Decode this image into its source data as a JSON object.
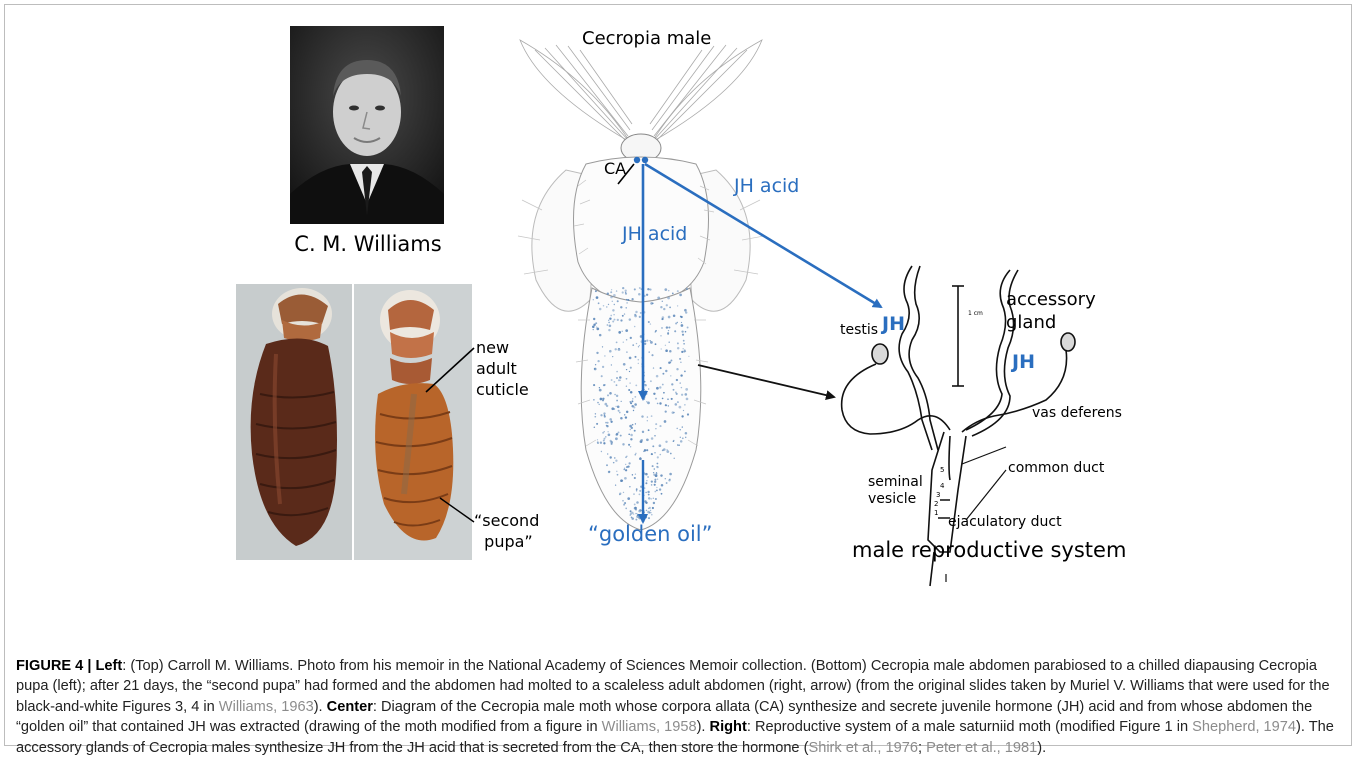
{
  "figure": {
    "portrait_name": "C. M. Williams",
    "photo_labels": {
      "new_adult_cuticle": "new\nadult\ncuticle",
      "second_pupa": "“second\n  pupa”"
    },
    "moth": {
      "title": "Cecropia male",
      "ca_label": "CA",
      "jh_acid_upper": "JH acid",
      "jh_acid_center": "JH acid",
      "golden_oil": "“golden oil”"
    },
    "repro": {
      "testis": "testis",
      "jh_left": "JH",
      "jh_right": "JH",
      "scale": "1 cm",
      "accessory_gland": "accessory\ngland",
      "vas_deferens": "vas deferens",
      "common_duct": "common duct",
      "seminal_vesicle": "seminal\nvesicle",
      "ejaculatory_duct": "ejaculatory duct",
      "segment_numbers": [
        "5",
        "4",
        "3",
        "2",
        "1"
      ],
      "title": "male reproductive system"
    },
    "colors": {
      "annotation_blue": "#2a6ebf",
      "moth_dots": "#5a86b8"
    }
  },
  "caption": {
    "label": "FIGURE 4 | ",
    "left_head": "Left",
    "text1": ": (Top) Carroll M. Williams. Photo from his memoir in the National Academy of Sciences Memoir collection. (Bottom) Cecropia male abdomen parabiosed to a chilled diapausing Cecropia pupa (left); after 21 days, the “second pupa” had formed and the abdomen had molted to a scaleless adult abdomen (right, arrow) (from the original slides taken by Muriel V. Williams that were used for the black-and-white Figures 3, 4 in ",
    "ref1": "Williams, 1963",
    "text2": "). ",
    "center_head": "Center",
    "text3": ": Diagram of the Cecropia male moth whose corpora allata (CA) synthesize and secrete juvenile hormone (JH) acid and from whose abdomen the “golden oil” that contained JH was extracted (drawing of the moth modified from a figure in ",
    "ref2": "Williams, 1958",
    "text4": "). ",
    "right_head": "Right",
    "text5": ": Reproductive system of a male saturniid moth (modified Figure 1 in ",
    "ref3": "Shepherd, 1974",
    "text6": "). The accessory glands of Cecropia males synthesize JH from the JH acid that is secreted from the CA, then store the hormone (",
    "ref4": "Shirk et al., 1976",
    "text7": "; ",
    "ref5": "Peter et al., 1981",
    "text8": ")."
  }
}
